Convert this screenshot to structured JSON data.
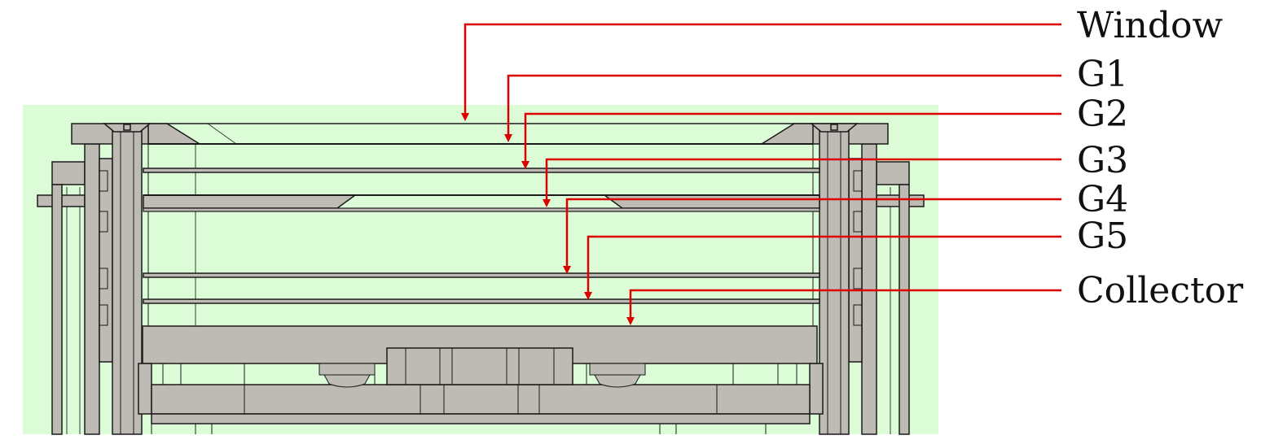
{
  "labels": {
    "window": "Window",
    "g1": "G1",
    "g2": "G2",
    "g3": "G3",
    "g4": "G4",
    "g5": "G5",
    "collector": "Collector"
  },
  "colors": {
    "region": "#dcfcd8",
    "metal": "#bebab4",
    "outline": "#1a1a1a",
    "leader": "#dd0000",
    "text": "#111111"
  }
}
